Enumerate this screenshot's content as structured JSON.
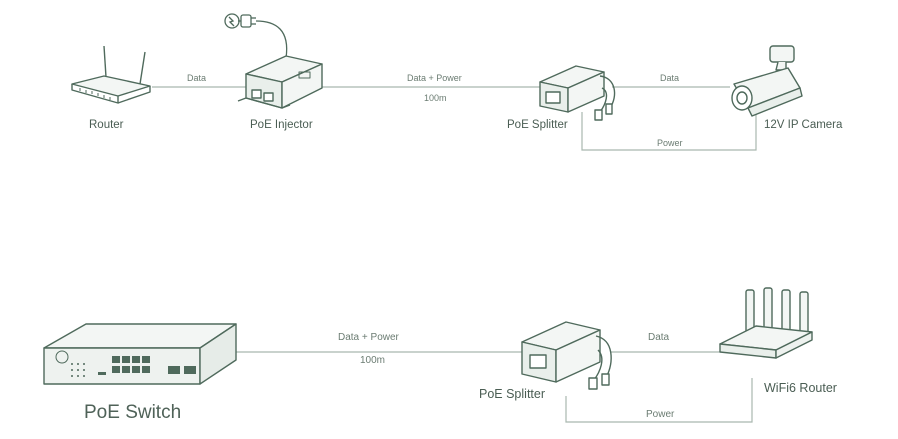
{
  "diagram_top": {
    "router_label": "Router",
    "injector_label": "PoE Injector",
    "splitter_label": "PoE Splitter",
    "camera_label": "12V IP Camera",
    "link_router_injector": "Data",
    "link_injector_splitter": "Data + Power",
    "distance": "100m",
    "link_splitter_camera": "Data",
    "power_label": "Power"
  },
  "diagram_bottom": {
    "switch_label": "PoE Switch",
    "splitter_label": "PoE Splitter",
    "router_label": "WiFi6 Router",
    "link_switch_splitter": "Data + Power",
    "distance": "100m",
    "link_splitter_router": "Data",
    "power_label": "Power"
  },
  "colors": {
    "line": "#a9b8af",
    "device": "#4f6a5c"
  }
}
